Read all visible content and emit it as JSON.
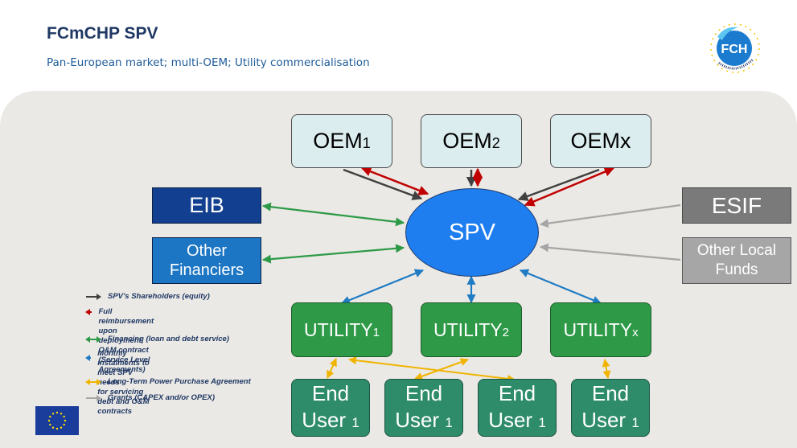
{
  "header": {
    "title": "FCmCHP SPV",
    "subtitle": "Pan-European market; multi-OEM; Utility commercialisation"
  },
  "logo": {
    "text": "FCH",
    "ring_text": "FUEL CELLS AND HYDROGEN JOINT UNDERTAKING",
    "icon": "fch-ju-logo"
  },
  "eu_flag": {
    "icon": "eu-flag-icon"
  },
  "diagram": {
    "oems": [
      {
        "main": "OEM",
        "sub": "1"
      },
      {
        "main": "OEM",
        "sub": "2"
      },
      {
        "main": "OEM",
        "sub": "x"
      }
    ],
    "spv": "SPV",
    "financiers": {
      "eib": "EIB",
      "other_line1": "Other",
      "other_line2": "Financiers"
    },
    "funds": {
      "esif": "ESIF",
      "other_line1": "Other Local",
      "other_line2": "Funds"
    },
    "utilities": [
      {
        "main": "UTILITY",
        "sub": "1"
      },
      {
        "main": "UTILITY",
        "sub": "2"
      },
      {
        "main": "UTILITY",
        "sub": "x"
      }
    ],
    "end_users": [
      {
        "line1": "End",
        "line2": "User",
        "sub": "1"
      },
      {
        "line1": "End",
        "line2": "User",
        "sub": "1"
      },
      {
        "line1": "End",
        "line2": "User",
        "sub": "1"
      },
      {
        "line1": "End",
        "line2": "User",
        "sub": "1"
      }
    ]
  },
  "legend": [
    {
      "color": "#404040",
      "text": "SPV's Shareholders (equity)"
    },
    {
      "color": "#c00000",
      "text": "Full reimbursement upon deployment;\nO&M contract (Service Level Agreements)"
    },
    {
      "color": "#2e9a48",
      "text": "Financing (loan and debt service)"
    },
    {
      "color": "#1f7bc4",
      "text": "Monthly instalments to meet SPV needs\nfor servicing debt and O&M contracts"
    },
    {
      "color": "#f0b400",
      "text": "Long-Term Power Purchase Agreement"
    },
    {
      "color": "#a6a6a6",
      "text": "Grants (CAPEX and/or OPEX)"
    }
  ],
  "colors": {
    "shareholders": "#404040",
    "reimbursement": "#c00000",
    "financing": "#2e9a48",
    "instalments": "#1f7bc4",
    "ppa": "#f0b400",
    "grants": "#a6a6a6"
  }
}
